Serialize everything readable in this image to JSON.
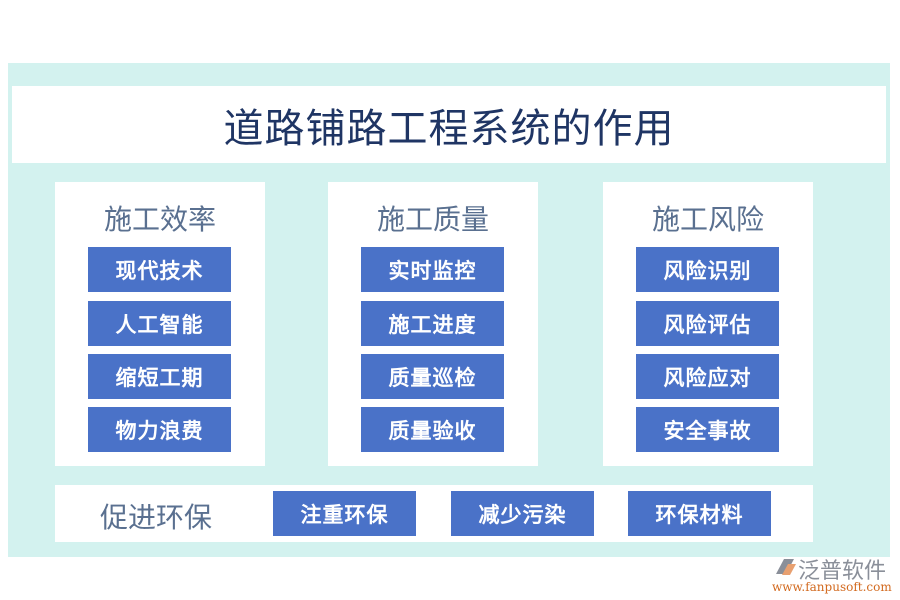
{
  "title": "道路铺路工程系统的作用",
  "columns": [
    {
      "heading": "施工效率",
      "items": [
        "现代技术",
        "人工智能",
        "缩短工期",
        "物力浪费"
      ]
    },
    {
      "heading": "施工质量",
      "items": [
        "实时监控",
        "施工进度",
        "质量巡检",
        "质量验收"
      ]
    },
    {
      "heading": "施工风险",
      "items": [
        "风险识别",
        "风险评估",
        "风险应对",
        "安全事故"
      ]
    }
  ],
  "bottom": {
    "heading": "促进环保",
    "items": [
      "注重环保",
      "减少污染",
      "环保材料"
    ]
  },
  "logo": {
    "name": "泛普软件",
    "url": "www.fanpusoft.com"
  },
  "colors": {
    "background": "#d3f2ef",
    "button": "#4a72c8",
    "title": "#1f3564",
    "heading": "#5a7090"
  }
}
